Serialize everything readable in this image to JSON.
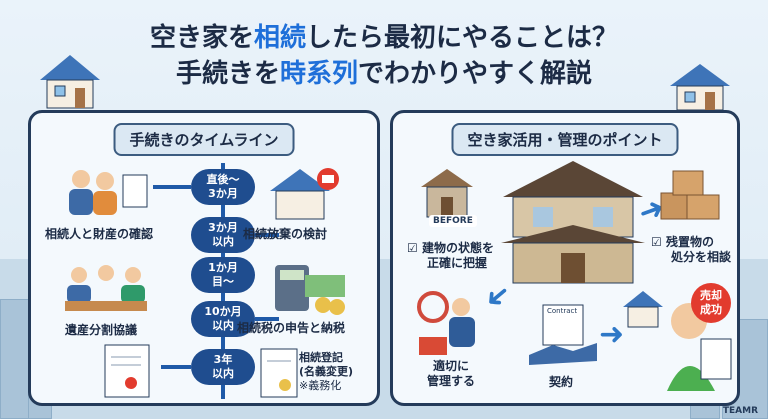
{
  "header": {
    "line1_pre": "空き家を",
    "line1_em": "相続",
    "line1_post": "したら最初にやることは？",
    "line2_pre": "手続きを",
    "line2_em": "時系列",
    "line2_post": "でわかりやすく解説"
  },
  "timeline": {
    "title": "手続きのタイムライン",
    "items": [
      {
        "badge_l1": "直後〜",
        "badge_l2": "3か月",
        "left": "相続人と財産の確認",
        "right": ""
      },
      {
        "badge_l1": "3か月",
        "badge_l2": "以内",
        "left": "",
        "right": "相続放棄の検討"
      },
      {
        "badge_l1": "1か月",
        "badge_l2": "目〜",
        "left": "遺産分割協議",
        "right": ""
      },
      {
        "badge_l1": "10か月",
        "badge_l2": "以内",
        "left": "",
        "right": "相続税の申告と納税"
      },
      {
        "badge_l1": "3年",
        "badge_l2": "以内",
        "left": "",
        "right_l1": "相続登記",
        "right_l2": "(名義変更)",
        "right_l3": "※義務化"
      }
    ]
  },
  "points": {
    "title": "空き家活用・管理のポイント",
    "before_label": "BEFORE",
    "item1_l1": "建物の状態を",
    "item1_l2": "正確に把握",
    "item2_l1": "残置物の",
    "item2_l2": "処分を相談",
    "item3_l1": "適切に",
    "item3_l2": "管理する",
    "item4": "契約",
    "contract_label": "Contract",
    "sold_l1": "売却",
    "sold_l2": "成功"
  },
  "brand": "TEAMR",
  "colors": {
    "accent": "#1e6fd9",
    "navy": "#243b5a",
    "sold": "#e23b2e"
  }
}
